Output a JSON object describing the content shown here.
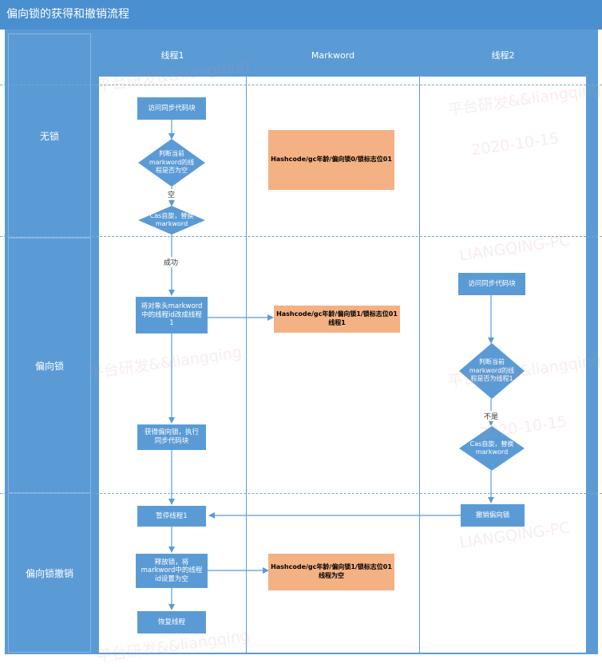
{
  "title": "偏向锁的获得和撤销流程",
  "columns": {
    "thread1": "线程1",
    "markword": "Markword",
    "thread2": "线程2"
  },
  "lanes": {
    "lock_free": "无锁",
    "biased": "偏向锁",
    "revoke": "偏向锁撤销"
  },
  "thread1": {
    "access_sync": "访问同步代码块",
    "check_markword": "判断当前\nmarkword的线\n程是否为空",
    "cas_replace": "Cas自旋，替换\nmarkword",
    "set_thread_id": "将对象头markword\n中的线程id改成线程\n1",
    "acquire_exec": "获得偏向锁，执行\n同步代码块",
    "pause": "暂停线程1",
    "release": "释放锁，将\nmarkword中的线程\nid设置为空",
    "resume": "恢复线程"
  },
  "thread2": {
    "access_sync": "访问同步代码块",
    "check_markword": "判断当前\nmarkword的线\n程是否为线程1",
    "cas_replace": "Cas自旋，替换\nmarkword",
    "revoke": "撤销偏向锁"
  },
  "markword": {
    "state_initial": "Hashcode/gc年龄/偏向锁0/锁标志位01",
    "state_biased": "Hashcode/gc年龄/偏向锁1/锁标志位01\n线程1",
    "state_released": "Hashcode/gc年龄/偏向锁1/锁标志位01\n线程为空"
  },
  "edge_labels": {
    "empty": "空",
    "success": "成功",
    "not_yes": "不是"
  },
  "watermarks": {
    "user": "平台研发&&liangqing",
    "date": "2020-10-15",
    "host": "LIANGQING-PC"
  },
  "colors": {
    "frame": "#5b9bd5",
    "process": "#5b9bd5",
    "note": "#f4b183",
    "title_bar": "#4a8fd0"
  }
}
